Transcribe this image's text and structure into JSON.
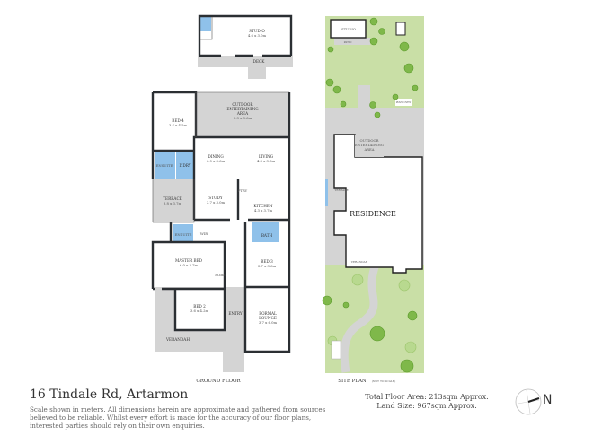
{
  "property": {
    "title": "16 Tindale Rd, Artarmon",
    "disclaimer": "Scale shown in meters. All dimensions herein are approximate and gathered from sources believed to be reliable. Whilst every effort is made for the accuracy of our floor plans, interested parties should rely on their own enquiries.",
    "total_floor_area": "Total Floor Area: 213sqm Approx.",
    "land_size": "Land Size: 967sqm Approx.",
    "compass": "N"
  },
  "ground_floor": {
    "caption": "GROUND FLOOR",
    "rooms": {
      "studio": {
        "name": "STUDIO",
        "dim": "4.6 x 3.0m"
      },
      "deck": {
        "name": "DECK"
      },
      "outdoor": {
        "name1": "OUTDOOR",
        "name2": "ENTERTAINING",
        "name3": "AREA",
        "dim": "8.3 x 3.6m"
      },
      "bed4": {
        "name": "BED 4",
        "dim": "3.4 x 4.5m"
      },
      "dining": {
        "name": "DINING",
        "dim": "4.0 x 3.6m"
      },
      "living": {
        "name": "LIVING",
        "dim": "4.3 x 3.6m"
      },
      "ensuite": {
        "name": "ENSUITE"
      },
      "laundry": {
        "name": "L'DRY"
      },
      "terrace": {
        "name": "TERRACE",
        "dim": "3.8 x 3.7m"
      },
      "study": {
        "name": "STUDY",
        "dim": "3.7 x 3.0m"
      },
      "kitchen": {
        "name": "KITCHEN",
        "dim": "4.3 x 3.7m"
      },
      "pantry": {
        "name": "PTRY"
      },
      "ensuite2": {
        "name": "ENSUITE"
      },
      "wir": {
        "name": "WIR"
      },
      "bath": {
        "name": "BATH"
      },
      "master": {
        "name": "MASTER BED",
        "dim": "6.0 x 3.7m"
      },
      "bed3": {
        "name": "BED 3",
        "dim": "3.7 x 3.6m"
      },
      "bed2": {
        "name": "BED 2",
        "dim": "3.6 x 4.2m"
      },
      "entry": {
        "name": "ENTRY"
      },
      "lounge": {
        "name1": "FORMAL",
        "name2": "LOUNGE",
        "dim": "3.7 x 6.0m"
      },
      "verandah": {
        "name": "VERANDAH"
      },
      "robe": "ROBE"
    }
  },
  "site_plan": {
    "caption": "SITE PLAN",
    "note": "(NOT TO SCALE)",
    "studio": "STUDIO",
    "patio": "PATIO",
    "pizza_oven": "PIZZA OVEN",
    "outdoor1": "OUTDOOR",
    "outdoor2": "ENTERTAINING",
    "outdoor3": "AREA",
    "terrace": "TERRACE",
    "residence": "RESIDENCE",
    "verandah": "VERANDAH"
  },
  "colors": {
    "wet_area": "#8fc1ea",
    "paving": "#d4d4d4",
    "lawn": "#c9dfa6",
    "tree": "#7fb84a",
    "walls": "#2b2f33"
  }
}
